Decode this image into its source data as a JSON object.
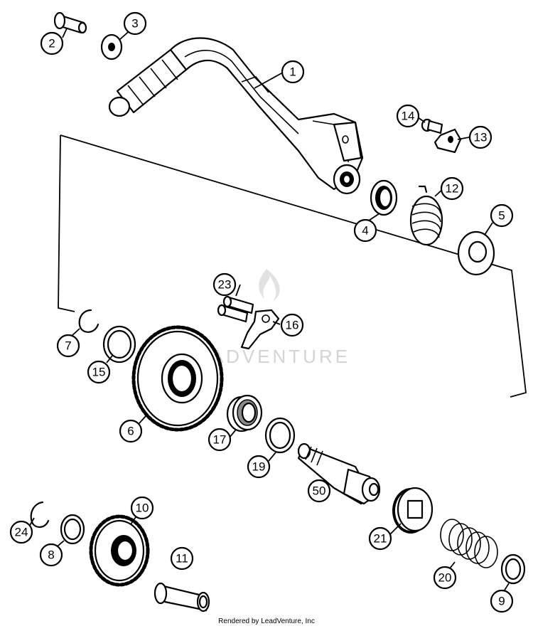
{
  "watermark": {
    "brand": "LEADVENTURE"
  },
  "footer": {
    "rendered_by": "Rendered by LeadVenture, Inc"
  },
  "callouts": [
    "1",
    "2",
    "3",
    "4",
    "5",
    "6",
    "7",
    "9",
    "8",
    "10",
    "11",
    "12",
    "13",
    "14",
    "15",
    "16",
    "17",
    "19",
    "20",
    "21",
    "23",
    "24",
    "50"
  ]
}
